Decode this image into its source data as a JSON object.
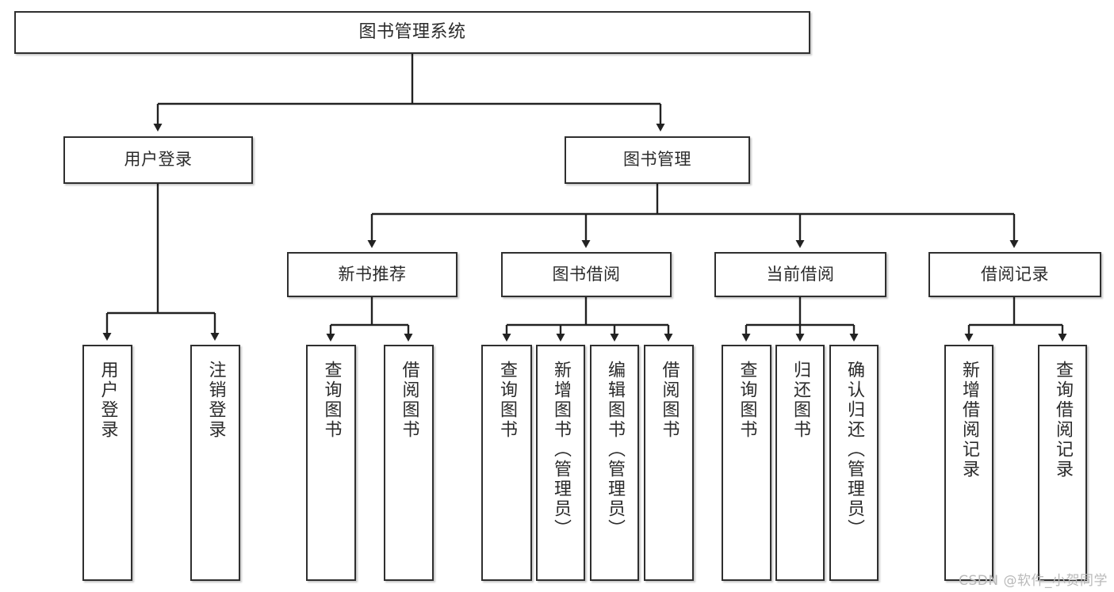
{
  "diagram": {
    "title": "图书管理系统",
    "type": "tree-hierarchy-chart",
    "watermark": "CSDN @软件_小贺同学",
    "colors": {
      "background": "#ffffff",
      "node_fill": "#ffffff",
      "node_border": "#2f2f2f",
      "edge": "#222222",
      "text": "#2b2b2b",
      "watermark": "#b9b9b9"
    },
    "root": {
      "id": "root",
      "label": "图书管理系统"
    },
    "level1": [
      {
        "id": "user-login",
        "label": "用户登录"
      },
      {
        "id": "book-management",
        "label": "图书管理"
      }
    ],
    "level2": [
      {
        "id": "new-book-recommend",
        "label": "新书推荐",
        "parent": "book-management"
      },
      {
        "id": "book-borrow",
        "label": "图书借阅",
        "parent": "book-management"
      },
      {
        "id": "current-borrow",
        "label": "当前借阅",
        "parent": "book-management"
      },
      {
        "id": "borrow-record",
        "label": "借阅记录",
        "parent": "book-management"
      }
    ],
    "leaves": {
      "user-login": [
        {
          "id": "leaf-user-login",
          "label": "用户登录"
        },
        {
          "id": "leaf-user-logout",
          "label": "注销登录"
        }
      ],
      "new-book-recommend": [
        {
          "id": "leaf-query-book-1",
          "label": "查询图书"
        },
        {
          "id": "leaf-borrow-book-1",
          "label": "借阅图书"
        }
      ],
      "book-borrow": [
        {
          "id": "leaf-query-book-2",
          "label": "查询图书"
        },
        {
          "id": "leaf-add-book",
          "label": "新增图书（管理员）"
        },
        {
          "id": "leaf-edit-book",
          "label": "编辑图书（管理员）"
        },
        {
          "id": "leaf-borrow-book-2",
          "label": "借阅图书"
        }
      ],
      "current-borrow": [
        {
          "id": "leaf-query-book-3",
          "label": "查询图书"
        },
        {
          "id": "leaf-return-book",
          "label": "归还图书"
        },
        {
          "id": "leaf-confirm-return",
          "label": "确认归还（管理员）"
        }
      ],
      "borrow-record": [
        {
          "id": "leaf-add-record",
          "label": "新增借阅记录"
        },
        {
          "id": "leaf-query-record",
          "label": "查询借阅记录"
        }
      ]
    }
  }
}
